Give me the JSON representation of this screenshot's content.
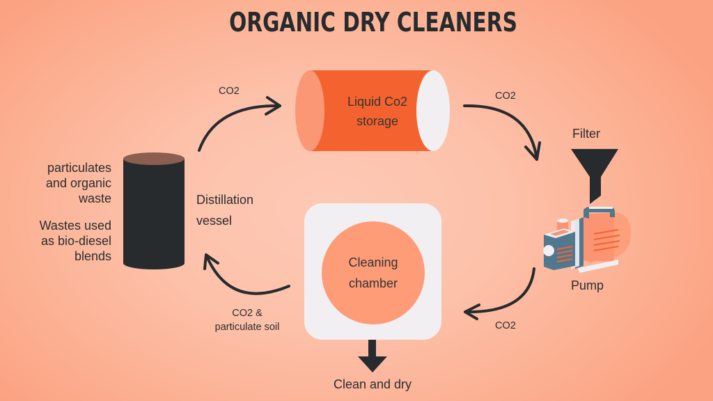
{
  "title": "ORGANIC DRY CLEANERS",
  "colors": {
    "background_center": "#fdc9b5",
    "background_edge": "#fba282",
    "dark": "#272b2e",
    "tank_body": "#f4632f",
    "tank_left_cap": "#fb9775",
    "tank_right_cap": "#f1eff2",
    "vessel_top": "#8c5e4f",
    "chamber_box": "#f1eff2",
    "chamber_circle": "#fd9c77",
    "pump_blue": "#51788f"
  },
  "nodes": {
    "storage": {
      "line1": "Liquid Co2",
      "line2": "storage"
    },
    "filter": {
      "label": "Filter"
    },
    "pump": {
      "label": "Pump"
    },
    "chamber": {
      "line1": "Cleaning",
      "line2": "chamber"
    },
    "vessel": {
      "line1": "Distillation",
      "line2": "vessel"
    },
    "output": {
      "label": "Clean and dry"
    }
  },
  "waste_notes": {
    "note1": [
      "particulates",
      "and organic",
      "waste"
    ],
    "note2": [
      "Wastes used",
      "as bio-diesel",
      "blends"
    ]
  },
  "arrows": {
    "vessel_to_storage": "CO2",
    "storage_to_pump": "CO2",
    "pump_to_chamber": "CO2",
    "chamber_to_vessel": {
      "line1": "CO2 &",
      "line2": "particulate soil"
    }
  }
}
